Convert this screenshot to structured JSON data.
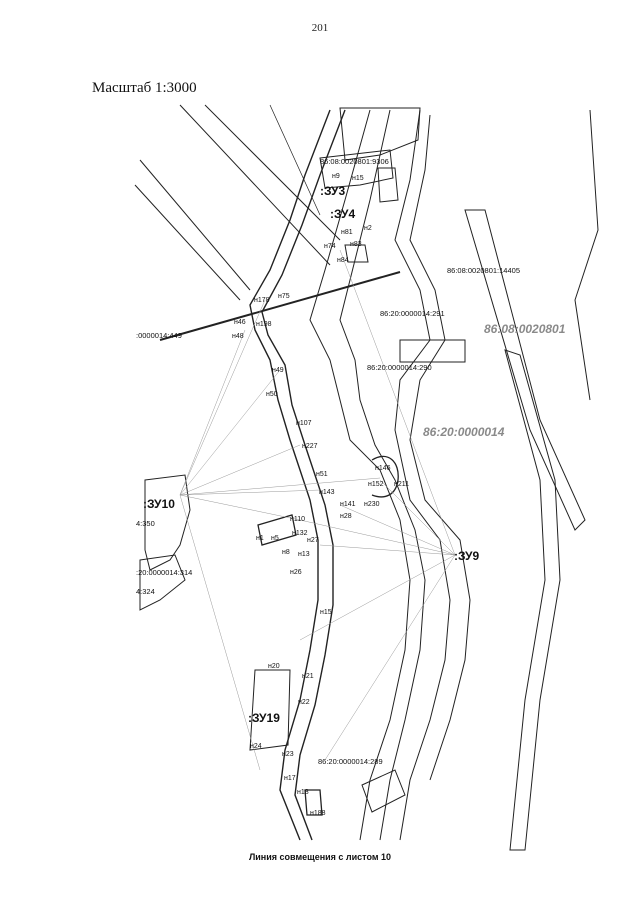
{
  "page_number": "201",
  "scale": "Масштаб 1:3000",
  "footer": "Линия совмещения с листом 10",
  "cadastral_labels": [
    {
      "id": "c1",
      "text": "86:08:0020801:9306"
    },
    {
      "id": "c2",
      "text": "86:08:0020801:14405"
    },
    {
      "id": "c3",
      "text": "86:20:0000014:291"
    },
    {
      "id": "c4",
      "text": "86:20:0000014:290"
    },
    {
      "id": "c5",
      "text": ":0000014:449"
    },
    {
      "id": "c6",
      "text": "4:350"
    },
    {
      "id": "c7",
      "text": ":20:0000014:314"
    },
    {
      "id": "c8",
      "text": "4:324"
    },
    {
      "id": "c9",
      "text": "86:20:0000014:289"
    }
  ],
  "quarter_labels": [
    {
      "id": "q1",
      "text": "86:08:0020801"
    },
    {
      "id": "q2",
      "text": "86:20:0000014"
    }
  ],
  "zone_labels": [
    {
      "id": "z1",
      "text": ":ЗУ3"
    },
    {
      "id": "z2",
      "text": ":ЗУ4"
    },
    {
      "id": "z3",
      "text": ":ЗУ10"
    },
    {
      "id": "z4",
      "text": ":ЗУ9"
    },
    {
      "id": "z5",
      "text": ":ЗУ19"
    }
  ],
  "point_labels": [
    "н9",
    "н15",
    "н2",
    "н81",
    "н83",
    "н74",
    "н84",
    "н178",
    "н75",
    "н46",
    "н198",
    "н48",
    "н49",
    "н50",
    "н107",
    "н227",
    "н51",
    "н143",
    "н146",
    "н152",
    "н211",
    "н141",
    "н230",
    "н28",
    "н110",
    "н1",
    "н5",
    "н132",
    "н27",
    "н8",
    "н13",
    "н26",
    "н15",
    "н20",
    "н21",
    "н22",
    "н24",
    "н23",
    "н17",
    "н18",
    "н188"
  ]
}
